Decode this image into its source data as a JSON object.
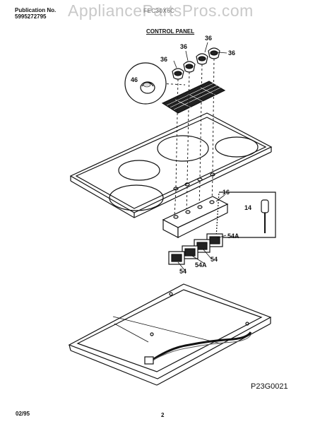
{
  "header": {
    "publication_label": "Publication No.",
    "publication_number": "5995272795",
    "model_number": "FEC30X6C",
    "section_title": "CONTROL PANEL"
  },
  "watermark": "AppliancePartsPros.com",
  "diagram_code": "P23G0021",
  "footer": {
    "date_code": "02/95",
    "page_number": "2"
  },
  "callouts": {
    "knob_1": "36",
    "knob_2": "36",
    "knob_3": "36",
    "knob_4": "36",
    "indicator_light": "46",
    "control_bracket": "16",
    "wire_harness": "14",
    "switch_a": "54A",
    "switch_b": "54",
    "switch_c": "54A",
    "switch_d": "54"
  }
}
